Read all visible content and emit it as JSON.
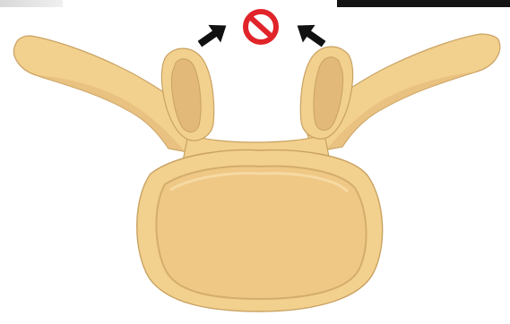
{
  "diagram": {
    "colors": {
      "bone_fill": "#f2d08e",
      "bone_shadow": "#e2b978",
      "bone_outline": "#c9a262",
      "arrow": "#111111",
      "prohibited_ring": "#e0242a",
      "prohibited_bar": "#e0242a",
      "background": "#ffffff"
    },
    "icons": {
      "left_arrow": "arrow-up-right",
      "right_arrow": "arrow-up-left",
      "center_symbol": "prohibited-sign"
    }
  }
}
